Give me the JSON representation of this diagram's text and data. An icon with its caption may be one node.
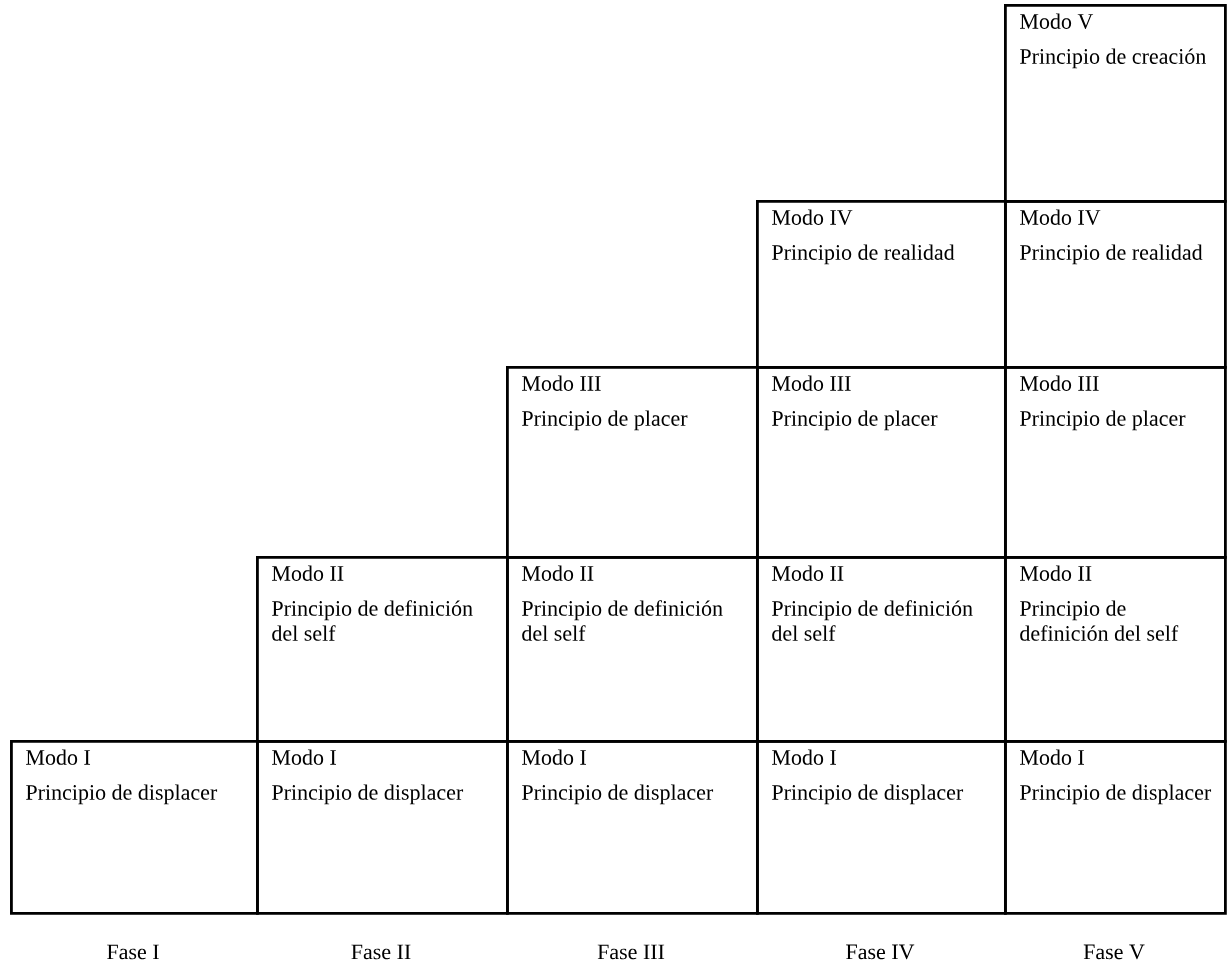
{
  "diagram": {
    "nodes": [
      {
        "text": [
          "Modo V",
          "Principio de creación"
        ]
      },
      {
        "text": [
          "Modo IV",
          "Principio de realidad"
        ]
      },
      {
        "text": [
          "Modo IV",
          "Principio de realidad"
        ]
      },
      {
        "text": [
          "Modo III",
          "Principio de placer"
        ]
      },
      {
        "text": [
          "Modo III",
          "Principio de placer"
        ]
      },
      {
        "text": [
          "Modo III",
          "Principio de placer"
        ]
      },
      {
        "text": [
          "Modo II",
          "Principio de definición del self"
        ]
      },
      {
        "text": [
          "Modo II",
          "Principio de definición del self"
        ]
      },
      {
        "text": [
          "Modo II",
          "Principio de definición del self"
        ]
      },
      {
        "text": [
          "Modo II",
          "Principio de definición del self"
        ]
      },
      {
        "text": [
          "Modo I",
          "Principio de displacer"
        ]
      },
      {
        "text": [
          "Modo I",
          "Principio de displacer"
        ]
      },
      {
        "text": [
          "Modo I",
          "Principio de displacer"
        ]
      },
      {
        "text": [
          "Modo I",
          "Principio de displacer"
        ]
      },
      {
        "text": [
          "Modo I",
          "Principio de displacer"
        ]
      }
    ],
    "labels": [
      "Fase I",
      "Fase II",
      "Fase III",
      "Fase IV",
      "Fase V"
    ]
  }
}
